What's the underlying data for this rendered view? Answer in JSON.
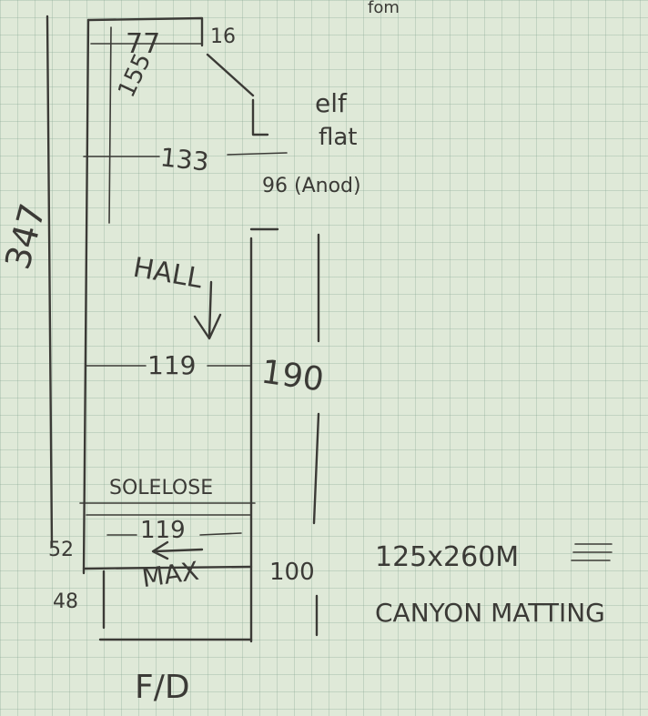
{
  "labels": {
    "top_note": "fom",
    "dim_77": "77",
    "dim_16": "16",
    "dim_155": "155",
    "dim_133": "133",
    "elf_note": "elf",
    "elf_note_2": "flat",
    "dim_95_note": "96 (Anod)",
    "total_347": "347",
    "hall_label": "HALL",
    "dim_119_upper": "119",
    "dim_190": "190",
    "section_label": "SOLELOSE",
    "dim_119_lower": "119",
    "dim_52": "52",
    "max_label": "MAX",
    "dim_100": "100",
    "dim_48": "48",
    "bottom_label": "F/D",
    "mat_size": "125x260M",
    "mat_name": "CANYON MATTING"
  }
}
